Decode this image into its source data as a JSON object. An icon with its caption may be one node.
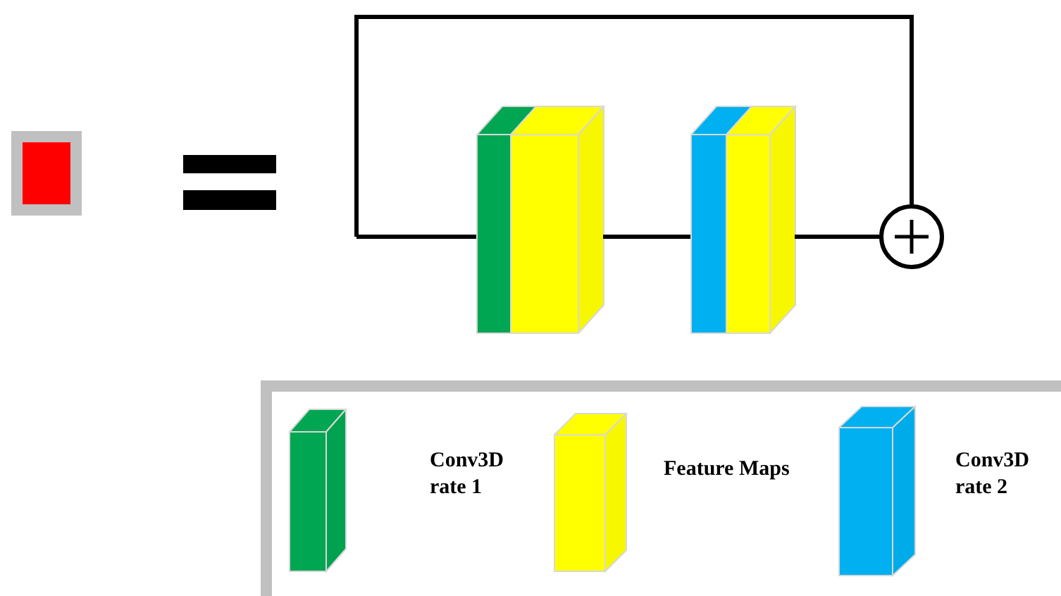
{
  "diagram": {
    "nodes": [
      {
        "text": [],
        "shape": "box"
      },
      {
        "text": [],
        "shape": "box"
      },
      {
        "text": [],
        "shape": "box"
      },
      {
        "text": [],
        "shape": "circle"
      }
    ],
    "edges": [
      {
        "from": null,
        "to": 1,
        "arrow": "none"
      },
      {
        "from": null,
        "to": 3,
        "arrow": "none"
      },
      {
        "from": 1,
        "to": 2,
        "arrow": "none"
      },
      {
        "from": 2,
        "to": 3,
        "arrow": "none"
      }
    ],
    "legend": [
      {
        "text": "Conv3D rate 1",
        "color": "#00a651"
      },
      {
        "text": "Feature Maps",
        "color": "#ffff00"
      },
      {
        "text": "Conv3D rate 2",
        "color": "#00b0f0"
      }
    ]
  }
}
